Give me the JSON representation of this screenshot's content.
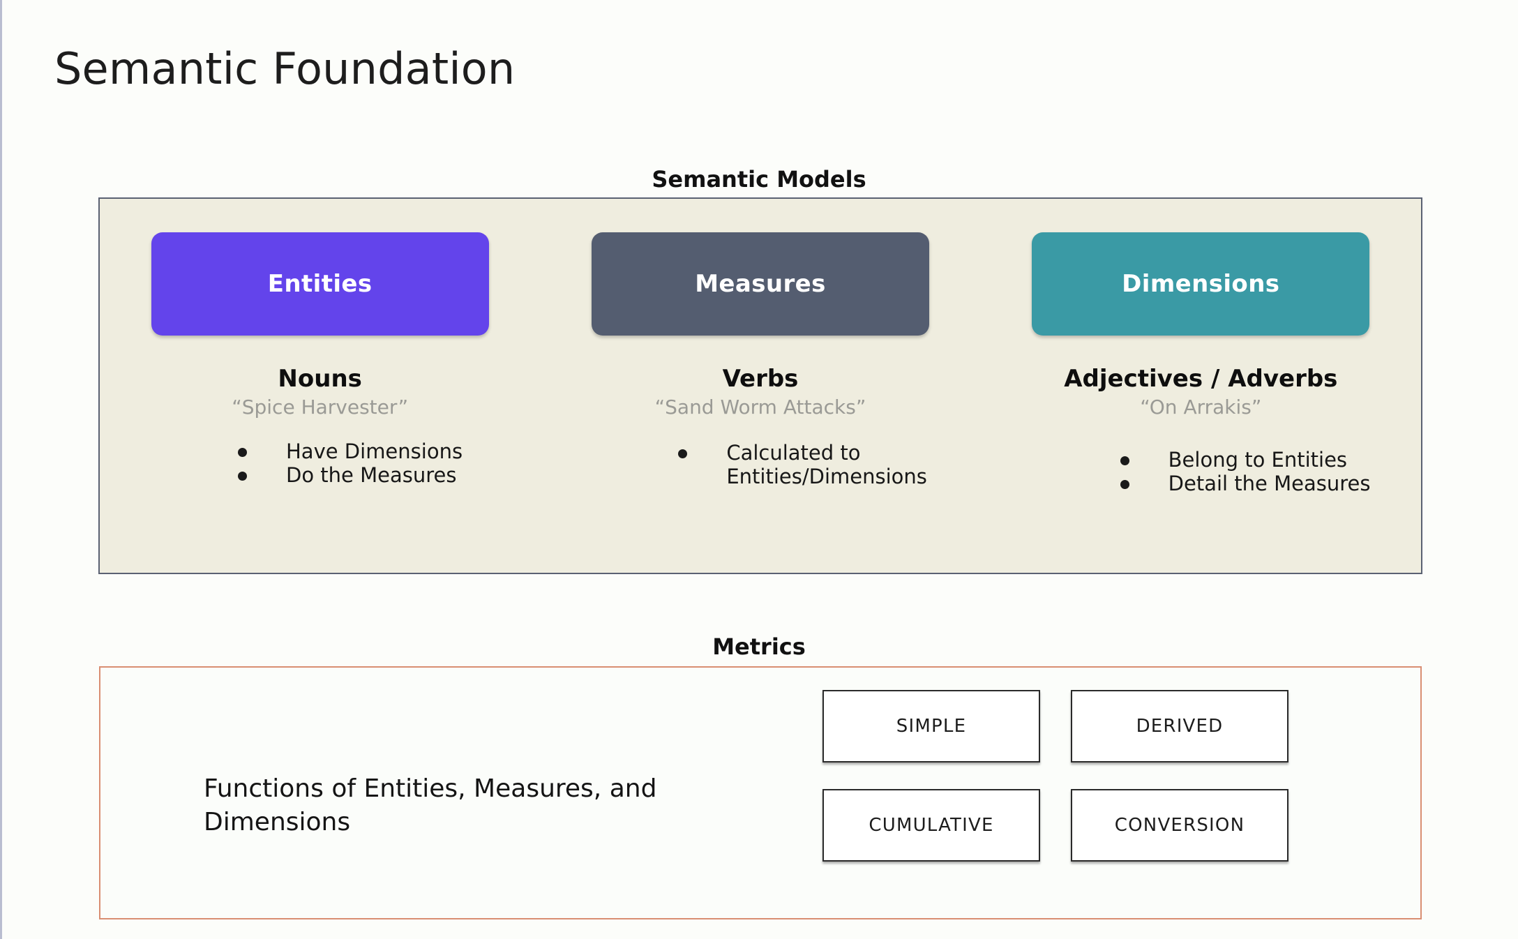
{
  "slide": {
    "title": "Semantic Foundation",
    "background_color": "#fcfdfa"
  },
  "semantic_models": {
    "heading": "Semantic Models",
    "panel_fill": "#efeddf",
    "panel_border": "#5a6172",
    "columns": [
      {
        "pill_label": "Entities",
        "pill_color": "#6344eb",
        "part_of_speech": "Nouns",
        "example": "“Spice Harvester”",
        "bullets": [
          "Have Dimensions",
          "Do the Measures"
        ]
      },
      {
        "pill_label": "Measures",
        "pill_color": "#545d70",
        "part_of_speech": "Verbs",
        "example": "“Sand Worm Attacks”",
        "bullets": [
          "Calculated to\nEntities/Dimensions"
        ]
      },
      {
        "pill_label": "Dimensions",
        "pill_color": "#3a9aa5",
        "part_of_speech": "Adjectives / Adverbs",
        "example": "“On Arrakis”",
        "bullets": [
          "Belong to Entities",
          "Detail the Measures"
        ]
      }
    ]
  },
  "metrics": {
    "heading": "Metrics",
    "panel_border": "#d98e72",
    "description": "Functions of Entities, Measures, and Dimensions",
    "types": [
      "SIMPLE",
      "DERIVED",
      "CUMULATIVE",
      "CONVERSION"
    ]
  }
}
